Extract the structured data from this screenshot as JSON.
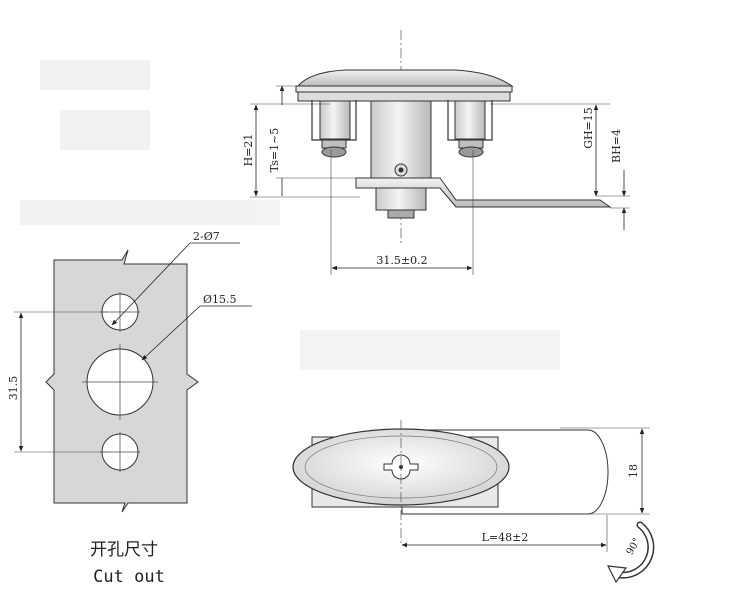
{
  "side_view": {
    "h_label": "H=21",
    "ts_label": "Ts=1~5",
    "gh_label": "GH=15",
    "bh_label": "BH=4",
    "width_label": "31.5±0.2"
  },
  "cutout": {
    "holes_label": "2-Ø7",
    "center_hole_label": "Ø15.5",
    "spacing_label": "31.5",
    "caption_cn": "开孔尺寸",
    "caption_en": "Cut out"
  },
  "top_view": {
    "length_label": "L=48±2",
    "height_label": "18",
    "rotation_label": "90°"
  }
}
